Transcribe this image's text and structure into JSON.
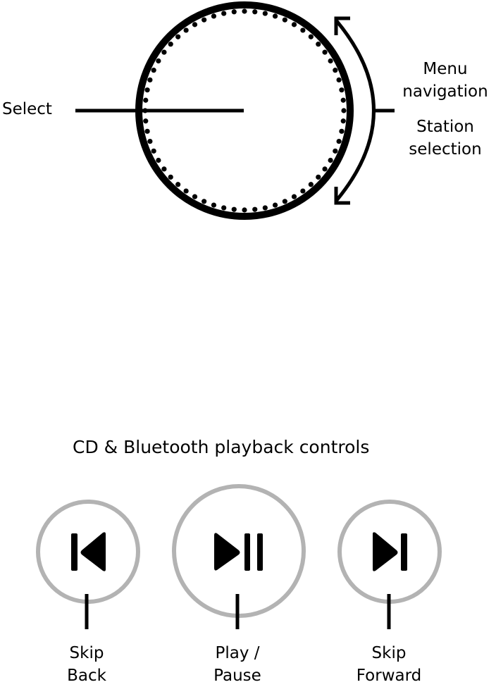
{
  "knob": {
    "select_label": "Select",
    "nav_label_line1": "Menu",
    "nav_label_line2": "navigation",
    "station_label_line1": "Station",
    "station_label_line2": "selection"
  },
  "playback": {
    "title": "CD & Bluetooth playback controls",
    "buttons": [
      {
        "label_line1": "Skip",
        "label_line2": "Back",
        "icon": "skip-back-icon"
      },
      {
        "label_line1": "Play /",
        "label_line2": "Pause",
        "icon": "play-pause-icon"
      },
      {
        "label_line1": "Skip",
        "label_line2": "Forward",
        "icon": "skip-forward-icon"
      }
    ]
  },
  "colors": {
    "line": "#000000",
    "button_ring": "#b3b3b3",
    "background": "#ffffff"
  }
}
